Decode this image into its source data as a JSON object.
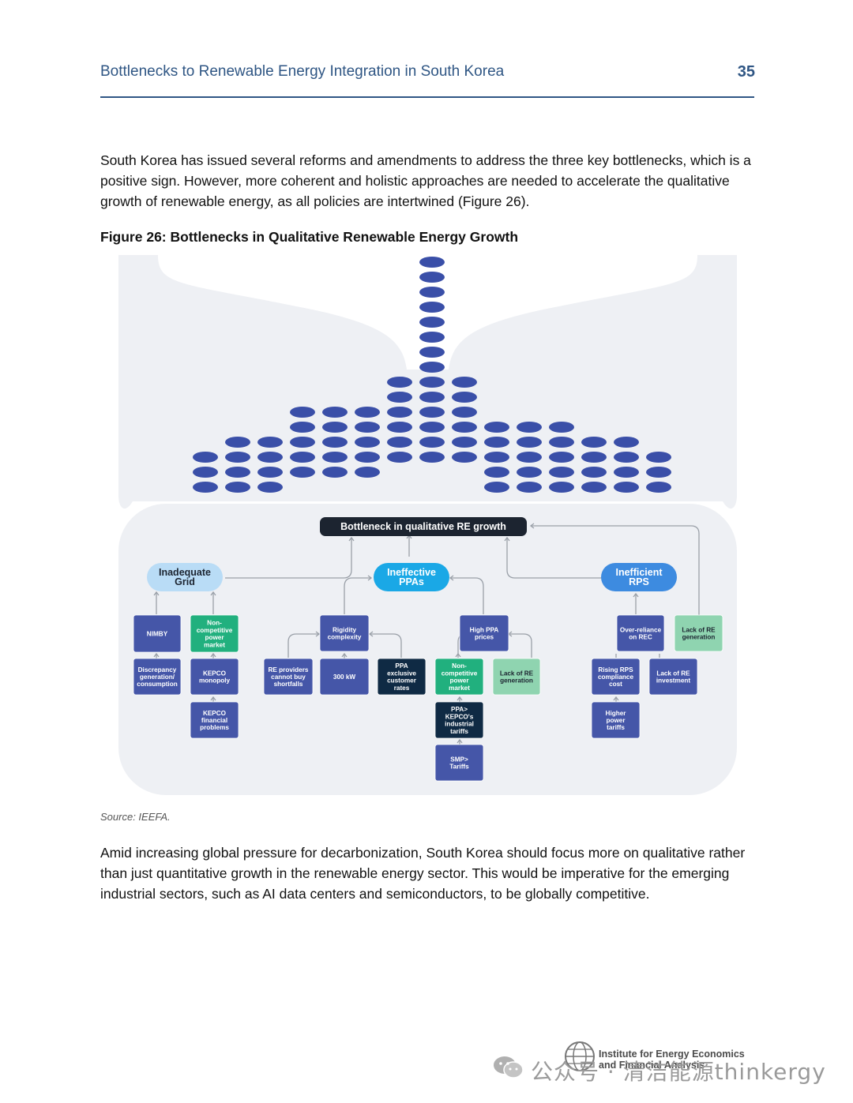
{
  "header": {
    "title": "Bottlenecks to Renewable Energy Integration in South Korea",
    "page_number": "35"
  },
  "paragraphs": {
    "intro": "South Korea has issued several reforms and amendments to address the three key bottlenecks, which is a positive sign. However, more coherent and holistic approaches are needed to accelerate the qualitative growth of renewable energy, as all policies are intertwined (Figure 26).",
    "closing": "Amid increasing global pressure for decarbonization, South Korea should focus more on qualitative rather than just quantitative growth in the renewable energy sector. This would be imperative for the emerging industrial sectors, such as AI data centers and semiconductors, to be globally competitive."
  },
  "figure": {
    "title": "Figure 26: Bottlenecks in Qualitative Renewable Energy Growth",
    "source": "Source: IEEFA.",
    "root": "Bottleneck in qualitative RE growth",
    "categories": {
      "grid": [
        "Inadequate",
        "Grid"
      ],
      "ppa": [
        "Ineffective",
        "PPAs"
      ],
      "rps": [
        "Inefficient",
        "RPS"
      ]
    },
    "nodes": {
      "nimby": [
        "NIMBY"
      ],
      "noncomp_grid": [
        "Non-",
        "competitive",
        "power",
        "market"
      ],
      "discrepancy": [
        "Discrepancy",
        "generation/",
        "consumption"
      ],
      "kepco_monopoly": [
        "KEPCO",
        "monopoly"
      ],
      "kepco_financial": [
        "KEPCO",
        "financial",
        "problems"
      ],
      "rigidity": [
        "Rigidity",
        "complexity"
      ],
      "re_providers": [
        "RE providers",
        "cannot buy",
        "shortfalls"
      ],
      "kw300": [
        "300 kW"
      ],
      "ppa_exclusive": [
        "PPA",
        "exclusive",
        "customer",
        "rates"
      ],
      "high_ppa": [
        "High PPA",
        "prices"
      ],
      "noncomp_ppa": [
        "Non-",
        "competitive",
        "power",
        "market"
      ],
      "lack_re_ppa": [
        "Lack of RE",
        "generation"
      ],
      "ppa_kepco": [
        "PPA>",
        "KEPCO's",
        "industrial",
        "tariffs"
      ],
      "smp": [
        "SMP>",
        "Tariffs"
      ],
      "overreliance": [
        "Over-reliance",
        "on REC"
      ],
      "lack_re_rps": [
        "Lack of RE",
        "generation"
      ],
      "rising_rps": [
        "Rising RPS",
        "compliance",
        "cost"
      ],
      "lack_invest": [
        "Lack of RE",
        "investment"
      ],
      "higher_tariffs": [
        "Higher",
        "power",
        "tariffs"
      ]
    },
    "colors": {
      "navy_block": "#4556a8",
      "green_block": "#21b07e",
      "light_green": "#8fd4b0",
      "dark_block": "#0f2a44",
      "cat_light": "#b9dcf6",
      "cat_mid": "#1aa8e6",
      "cat_blue": "#3d8be0",
      "root_fill": "#1c2430",
      "background": "#eef0f4",
      "dots": "#3a4fa8"
    }
  },
  "watermark": {
    "text": "公众号 · 清洁能源thinkergy",
    "logo_line1": "Institute for Energy Economics",
    "logo_line2": "and Financial Analysis"
  }
}
